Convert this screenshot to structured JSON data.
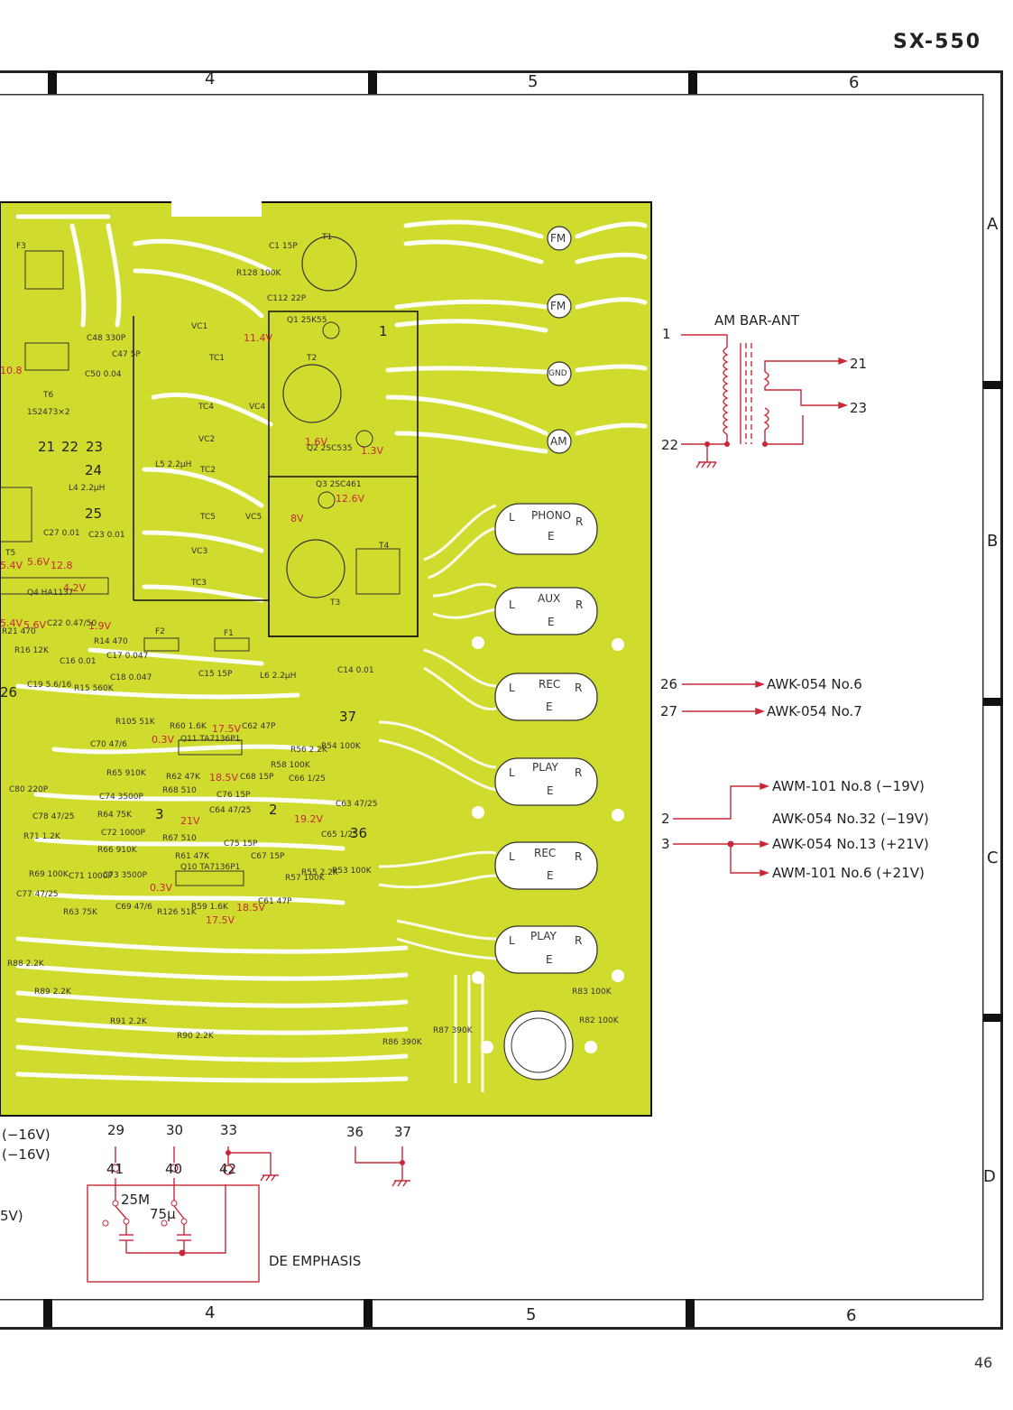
{
  "header": {
    "model": "SX-550"
  },
  "footer": {
    "page_number": "46"
  },
  "frame": {
    "columns_top": [
      "4",
      "5",
      "6"
    ],
    "columns_bottom": [
      "4",
      "5",
      "6"
    ],
    "rows": [
      "A",
      "B",
      "C",
      "D"
    ]
  },
  "antenna": {
    "title": "AM BAR-ANT",
    "pins": [
      "1",
      "21",
      "23",
      "22"
    ]
  },
  "connections": [
    {
      "pin": "26",
      "target": "AWK-054 No.6"
    },
    {
      "pin": "27",
      "target": "AWK-054 No.7"
    }
  ],
  "power_connections": {
    "pin_2": "2",
    "pin_3": "3",
    "targets": [
      "AWM-101 No.8 (−19V)",
      "AWK-054 No.32 (−19V)",
      "AWK-054 No.13 (+21V)",
      "AWM-101 No.6 (+21V)"
    ]
  },
  "left_cut_labels": [
    "(−16V)",
    "(−16V)",
    "5V)"
  ],
  "deemphasis": {
    "title": "DE EMPHASIS",
    "pins_top": [
      "29",
      "30",
      "33",
      "36",
      "37"
    ],
    "pins_mid": [
      "41",
      "40",
      "42"
    ],
    "values": [
      "25M",
      "75µ"
    ]
  },
  "terminals": [
    "FM",
    "FM",
    "GND",
    "AM"
  ],
  "jacks": [
    {
      "name": "PHONO",
      "l": "L",
      "r": "R",
      "e": "E"
    },
    {
      "name": "AUX",
      "l": "L",
      "r": "R",
      "e": "E"
    },
    {
      "name": "REC",
      "l": "L",
      "r": "R",
      "e": "E"
    },
    {
      "name": "PLAY",
      "l": "L",
      "r": "R",
      "e": "E"
    },
    {
      "name": "REC",
      "l": "L",
      "r": "R",
      "e": "E"
    },
    {
      "name": "PLAY",
      "l": "L",
      "r": "R",
      "e": "E"
    }
  ],
  "board_nodes": [
    "21",
    "22",
    "23",
    "24",
    "25",
    "26",
    "37",
    "2",
    "3",
    "36",
    "1"
  ],
  "board_voltages": [
    "11.4V",
    "1.6V",
    "1.3V",
    "8V",
    "12.6V",
    "4.2V",
    "1.9V",
    "17.5V",
    "18.5V",
    "19.2V",
    "21V",
    "0.3V",
    "0.3V",
    "17.5V",
    "18.5V",
    "5.4V",
    "5.6V",
    "12.8",
    "5.4V",
    "5.6V",
    "10.8"
  ],
  "board_parts": [
    "T1",
    "Q1 25K55",
    "C1 15P",
    "R128 100K",
    "C112 22P",
    "VC1",
    "TC1",
    "TC4",
    "VC4",
    "VC2",
    "TC2",
    "TC5",
    "VC5",
    "VC3",
    "TC3",
    "T2",
    "T3",
    "T4",
    "T5",
    "T6",
    "Q2 2SC535",
    "Q3 2SC461",
    "Q4 HA1137",
    "Q10 TA7136P1",
    "Q11 TA7136P1",
    "L5 2.2µH",
    "L4 2.2µH",
    "L6 2.2µH",
    "F1",
    "F2",
    "F3",
    "C48 330P",
    "C47 5P",
    "C50 0.04",
    "1S2473×2",
    "C27 0.01",
    "C23 0.01",
    "R14 470",
    "R16 12K",
    "R21 470",
    "R15 560K",
    "R60 1.6K",
    "R65 910K",
    "R64 75K",
    "R66 910K",
    "R67 510",
    "R61 47K",
    "R62 47K",
    "R68 510",
    "R63 75K",
    "R69 100K",
    "R71 1.2K",
    "R88 2.2K",
    "R89 2.2K",
    "R91 2.2K",
    "R90 2.2K",
    "R86 390K",
    "R87 390K",
    "R83 100K",
    "R82 100K",
    "R54 100K",
    "R56 2.2K",
    "R58 100K",
    "R55 2.2K",
    "R57 100K",
    "R53 100K",
    "R59 1.6K",
    "R126 51K",
    "R105 51K",
    "C70 47/6",
    "C69 47/6",
    "C74 3500P",
    "C73 3500P",
    "C72 1000P",
    "C71 1000P",
    "C80 220P",
    "C78 47/25",
    "C77 47/25",
    "C76 15P",
    "C75 15P",
    "C64 47/25",
    "C63 47/25",
    "C65 1/25",
    "C66 1/25",
    "C67 15P",
    "C68 15P",
    "C62 47P",
    "C61 47P",
    "C14 0.01",
    "C15 15P",
    "C16 0.01",
    "C17 0.047",
    "C18 0.047",
    "C19 5.6/16",
    "C22 0.47/50"
  ]
}
